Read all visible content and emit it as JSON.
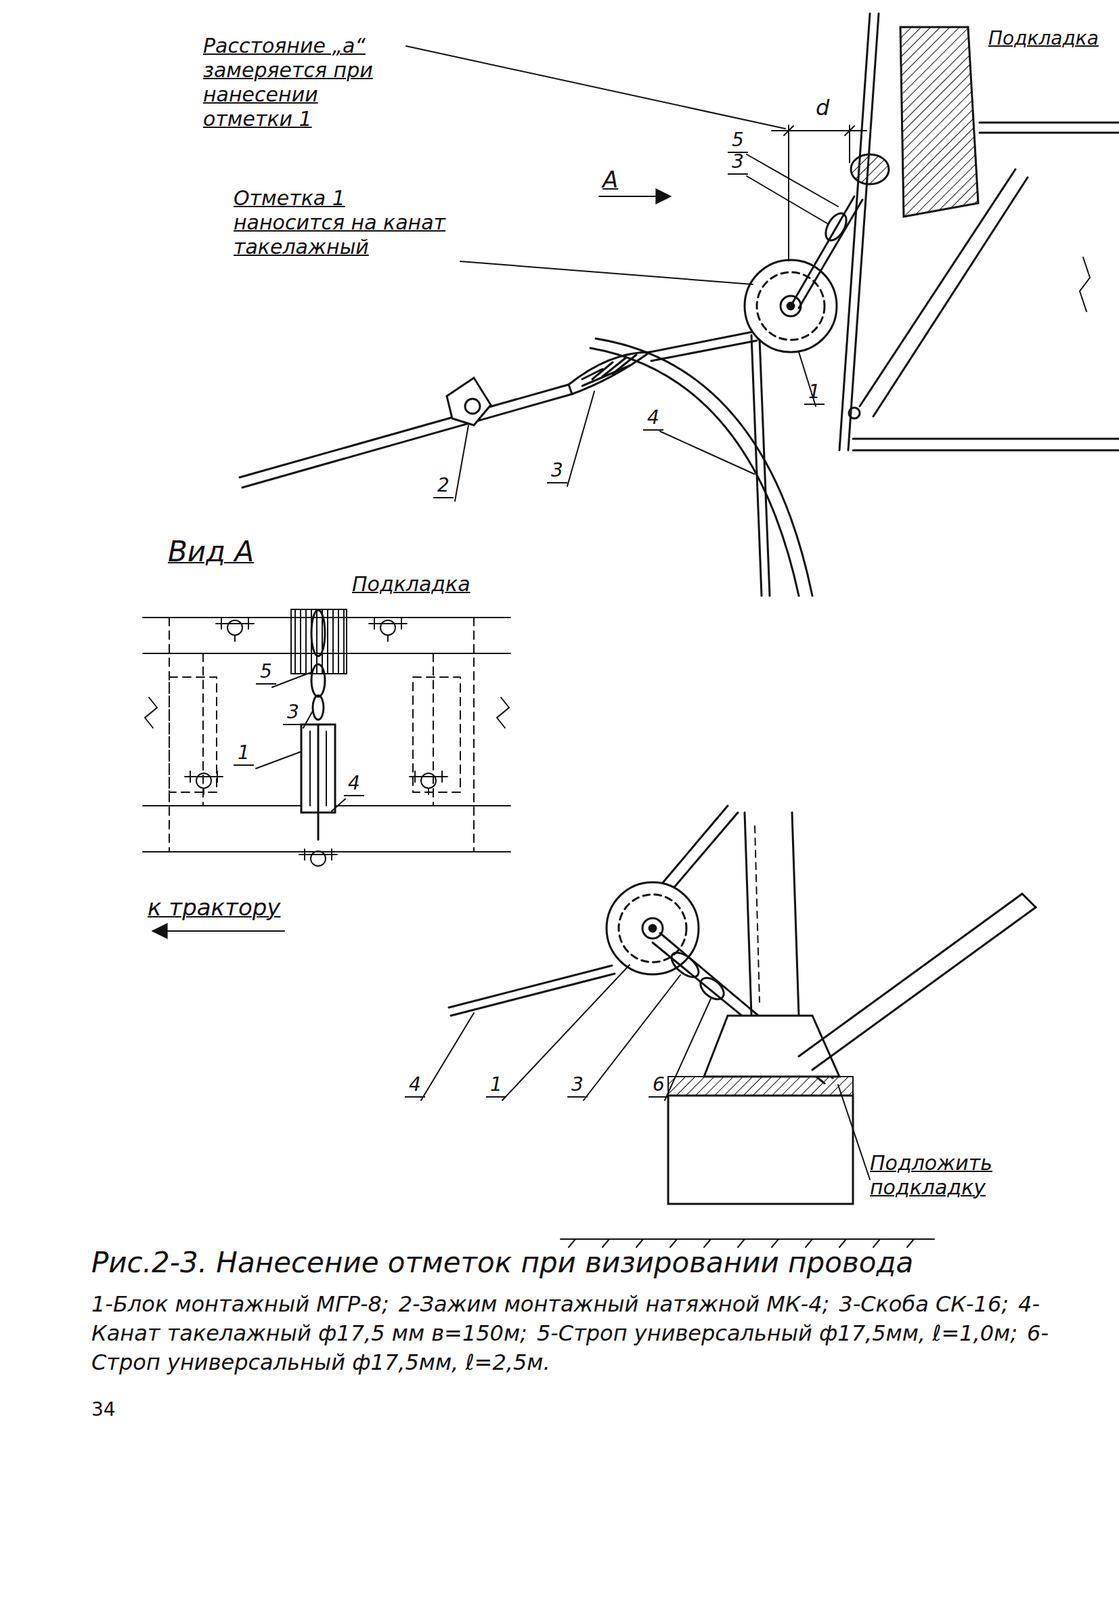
{
  "diagram": {
    "caption": "Рис.2-3. Нанесение отметок при визировании провода",
    "labels": [
      "Расстояние „а“ замеряется при нанесении отметки 1",
      "d",
      "Подкладка",
      "А",
      "5",
      "3",
      "Отметка 1 наносится на канат такелажный",
      "4",
      "1",
      "2",
      "3",
      "Вид А",
      "Подкладка",
      "5",
      "3",
      "1",
      "4",
      "к трактору",
      "4",
      "1",
      "3",
      "6",
      "Подложить подкладку",
      "1-Блок монтажный МГР-8;",
      "2-Зажим монтажный натяжной МК-4;",
      "3-Скоба СК-16;",
      "4-Канат такелажный ф17,5 мм в=150м;",
      "5-Строп универсальный ф17,5мм, ℓ=1,0м;",
      "6-Строп универсальный ф17,5мм, ℓ=2,5м.",
      "34"
    ]
  }
}
